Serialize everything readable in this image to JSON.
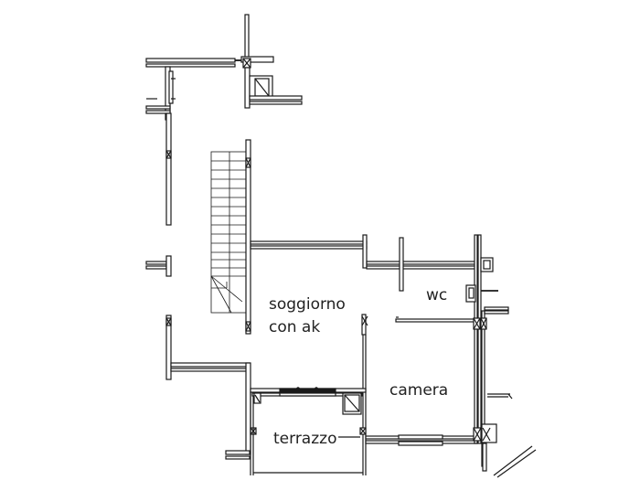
{
  "plan": {
    "background": "#ffffff",
    "line_color": "#1a1a1a",
    "rooms": [
      {
        "id": "soggiorno",
        "label_line1": "soggiorno",
        "label_line2": "con ak"
      },
      {
        "id": "wc",
        "label": "wc"
      },
      {
        "id": "camera",
        "label": "camera"
      },
      {
        "id": "terrazzo",
        "label": "terrazzo"
      }
    ]
  }
}
